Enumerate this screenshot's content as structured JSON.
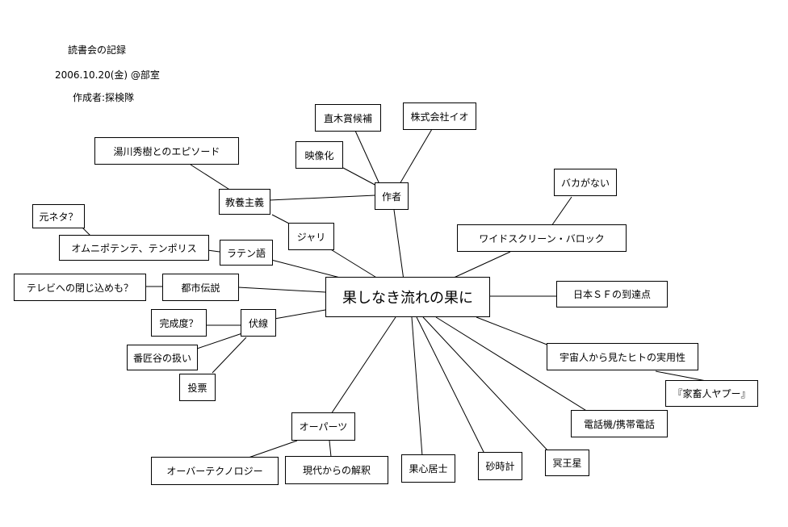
{
  "header": {
    "title": "読書会の記録",
    "date": "2006.10.20(金) @部室",
    "author": "作成者:探検隊"
  },
  "map": {
    "center": "果しなき流れの果に",
    "nodes": {
      "sakusha": "作者",
      "naoki": "直木賞候補",
      "kabushiki": "株式会社イオ",
      "eizoka": "映像化",
      "kyoyo": "教養主義",
      "yukawa": "湯川秀樹とのエピソード",
      "jari": "ジャリ",
      "latin": "ラテン語",
      "omuni": "オムニポテンテ、テンポリス",
      "moto": "元ネタ？",
      "toshi": "都市伝説",
      "tv": "テレビへの閉じ込めも？",
      "fukusen": "伏線",
      "kansei": "完成度？",
      "banshou": "番匠谷の扱い",
      "touhyou": "投票",
      "ooparts": "オーパーツ",
      "ootech": "オーバーテクノロジー",
      "gendai": "現代からの解釈",
      "kashin": "果心居士",
      "sunadokei": "砂時計",
      "meiou": "冥王星",
      "denwa": "電話機/携帯電話",
      "uchuujin": "宇宙人から見たヒトの実用性",
      "kachiku": "『家畜人ヤプー』",
      "nihon": "日本ＳＦの到達点",
      "wide": "ワイドスクリーン・バロック",
      "baka": "バカがない"
    }
  }
}
